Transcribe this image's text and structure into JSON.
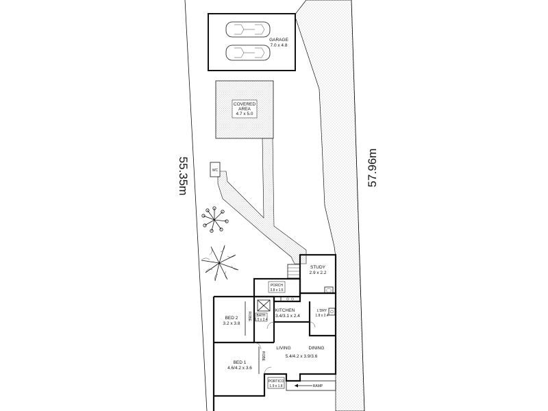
{
  "boundary": {
    "left_length": "55.35m",
    "right_length": "57.96m"
  },
  "rooms": {
    "garage": {
      "name": "GARAGE",
      "dims": "7.0 x 4.8"
    },
    "covered_area": {
      "name_line1": "COVERED",
      "name_line2": "AREA",
      "dims": "4.7 x 5.0"
    },
    "wc": {
      "name": "WC"
    },
    "study": {
      "name": "STUDY",
      "dims": "2.9 x 2.2"
    },
    "porch": {
      "name": "PORCH",
      "dims": "3.8 x 1.5"
    },
    "kitchen": {
      "name": "KITCHEN",
      "dims": "3.4/3.1 x 2.4"
    },
    "laundry": {
      "name": "L'DRY",
      "dims": "1.8 x 2.4"
    },
    "bath": {
      "name": "BATH",
      "dims": "1.5 x 2.4"
    },
    "bed2": {
      "name": "BED 2",
      "dims": "3.2 x 3.8"
    },
    "robe": {
      "name": "ROBE"
    },
    "living_dining": {
      "living": "LIVING",
      "dining": "DINING",
      "dims": "5.4/4.2 x 3.9/3.6"
    },
    "bed1": {
      "name": "BED 1",
      "dims": "4.6/4.2 x 3.6"
    },
    "portico": {
      "name": "PORTICO",
      "dims": "1.9 x 1.8"
    },
    "ramp": {
      "name": "RAMP"
    }
  },
  "colors": {
    "line": "#111111",
    "stipple": "#9a9a9a",
    "background": "#ffffff"
  }
}
